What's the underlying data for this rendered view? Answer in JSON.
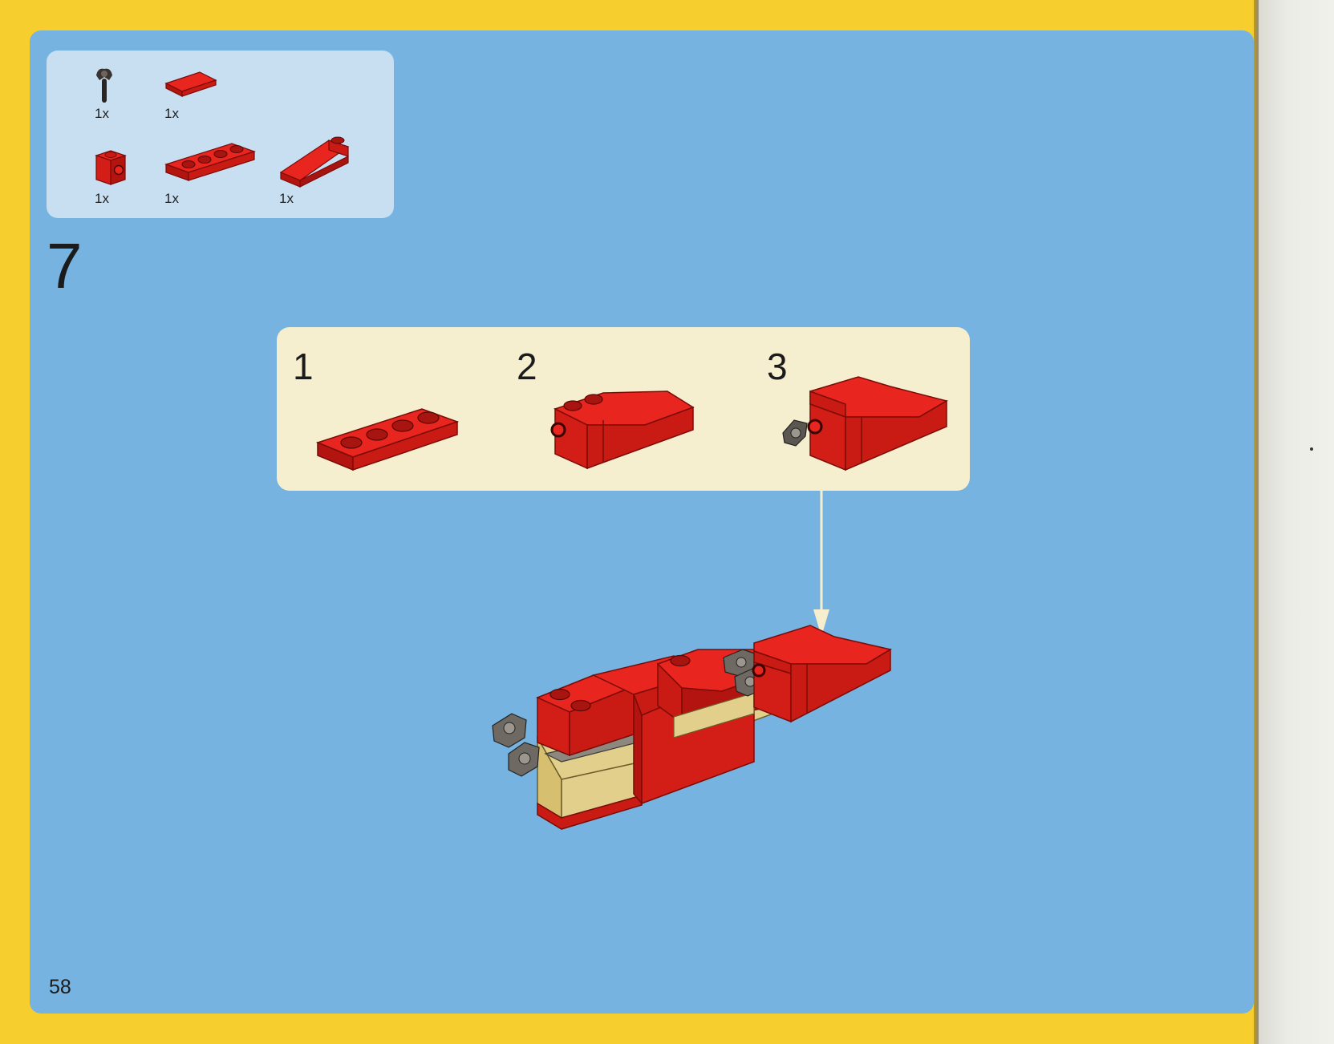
{
  "step": {
    "number": "7"
  },
  "parts": [
    {
      "name": "bar-with-clip",
      "qty": "1x"
    },
    {
      "name": "flat-tile-1x2",
      "qty": "1x"
    },
    {
      "name": "brick-1x1-with-stud-on-side",
      "qty": "1x"
    },
    {
      "name": "plate-1x4",
      "qty": "1x"
    },
    {
      "name": "slope-1x3",
      "qty": "1x"
    }
  ],
  "substeps": [
    {
      "label": "1"
    },
    {
      "label": "2"
    },
    {
      "label": "3"
    }
  ],
  "page_number": "58",
  "colors": {
    "page_background": "#76b3e1",
    "border": "#f6cf2e",
    "parts_box": "#c8dff2",
    "substeps_box": "#f6efcf",
    "brick_red": "#e8251f",
    "brick_dark_red": "#b3140f",
    "tan": "#e3cf8c",
    "dark_gray": "#6e6a63"
  },
  "icons": [
    "clip-bar-icon",
    "tile-icon",
    "brick-side-stud-icon",
    "plate-icon",
    "slope-icon",
    "arrow-down-icon"
  ]
}
